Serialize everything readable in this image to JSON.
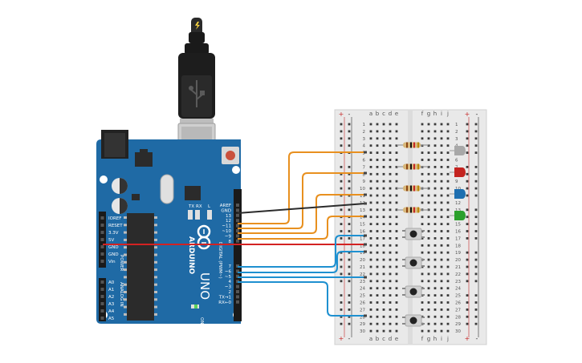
{
  "colors": {
    "board": "#1f6aa5",
    "board_dark": "#17578a",
    "breadboard": "#e9e9e9",
    "wire_orange": "#e8901f",
    "wire_black": "#2b2b2b",
    "wire_red": "#d32222",
    "wire_blue": "#1e90d0",
    "led_colors": [
      "#a8a8a8",
      "#c4231f",
      "#1f6fb0",
      "#2ca02c"
    ]
  },
  "arduino": {
    "logo": "ARDUINO",
    "model": "UNO",
    "digital_title": "DIGITAL (PWM~)",
    "power_title": "POWER",
    "analog_title": "ANALOG IN",
    "on_label": "ON",
    "led_l_label": "L",
    "tx_label": "TX",
    "rx_label": "RX",
    "digital_pins": [
      "AREF",
      "GND",
      "13",
      "12",
      "~11",
      "~10",
      "~9",
      "8",
      "7",
      "~6",
      "~5",
      "4",
      "~3",
      "2",
      "TX→1",
      "RX←0"
    ],
    "power_pins": [
      "IOREF",
      "RESET",
      "3.3V",
      "5V",
      "GND",
      "GND",
      "Vin"
    ],
    "analog_pins": [
      "A0",
      "A1",
      "A2",
      "A3",
      "A4",
      "A5"
    ]
  },
  "breadboard": {
    "columns_left": [
      "a",
      "b",
      "c",
      "d",
      "e"
    ],
    "columns_right": [
      "f",
      "g",
      "h",
      "i",
      "j"
    ],
    "rail_plus": "+",
    "rail_minus": "-",
    "rows": 30
  },
  "components": {
    "resistor_count": 4,
    "led_count": 4,
    "button_count": 4,
    "usb_icon": "usb-icon",
    "power_icon": "lightning-icon"
  }
}
